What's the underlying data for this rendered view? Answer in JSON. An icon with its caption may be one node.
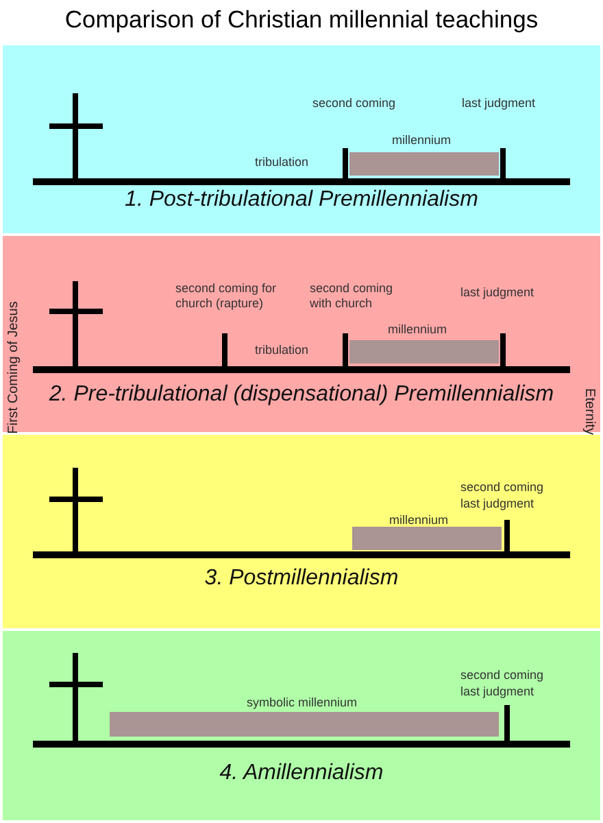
{
  "diagram": {
    "title": "Comparison of Christian millennial teachings",
    "nodes": [
      {
        "text": [
          "second coming",
          "last judgment",
          "millennium",
          "tribulation",
          "1. Post-tribulational Premillennialism"
        ]
      },
      {
        "text": [
          "second coming for church (rapture)",
          "second coming with church",
          "last judgment",
          "millennium",
          "tribulation",
          "2. Pre-tribulational (dispensational) Premillennialism"
        ]
      },
      {
        "text": [
          "second coming",
          "last judgment",
          "millennium",
          "3. Postmillennialism"
        ]
      },
      {
        "text": [
          "second coming",
          "last judgment",
          "symbolic millennium",
          "4. Amillennialism"
        ]
      }
    ],
    "labels": [
      "First Coming of Jesus",
      "Eternity"
    ]
  }
}
